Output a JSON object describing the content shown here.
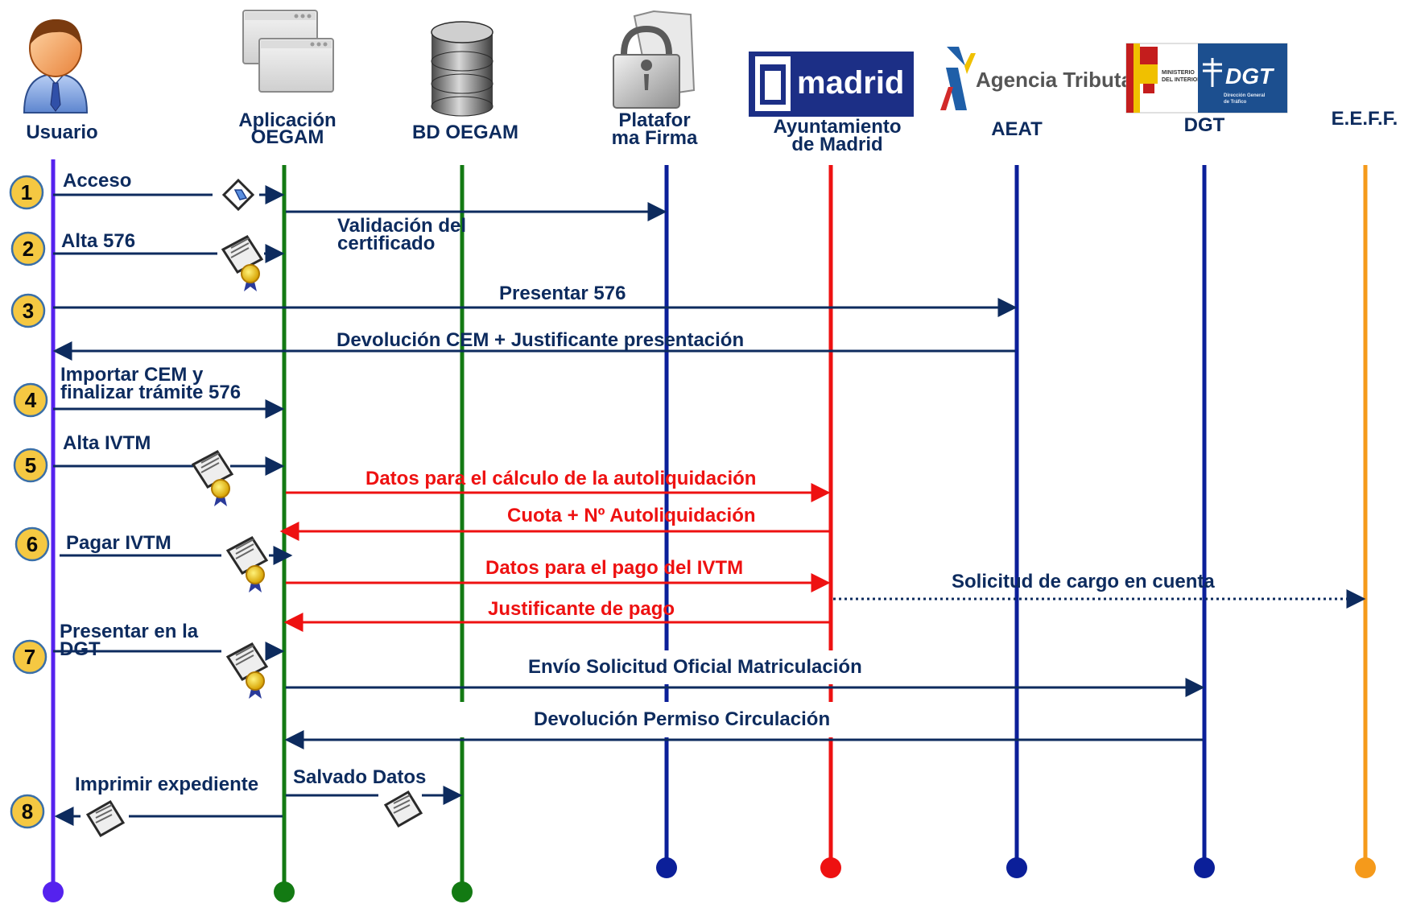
{
  "participants": [
    {
      "id": "usuario",
      "label_lines": [
        "Usuario"
      ],
      "color": "#5522ee"
    },
    {
      "id": "oegam",
      "label_lines": [
        "Aplicación",
        "OEGAM"
      ],
      "color": "#137a13"
    },
    {
      "id": "bd",
      "label_lines": [
        "BD OEGAM"
      ],
      "color": "#137a13"
    },
    {
      "id": "firma",
      "label_lines": [
        "Platafor",
        "ma Firma"
      ],
      "color": "#0b1f99"
    },
    {
      "id": "madrid",
      "label_lines": [
        "Ayuntamiento",
        "de Madrid"
      ],
      "color": "#ee1111"
    },
    {
      "id": "aeat",
      "label_lines": [
        "AEAT"
      ],
      "color": "#0b1f99"
    },
    {
      "id": "dgt",
      "label_lines": [
        "DGT"
      ],
      "color": "#0b1f99"
    },
    {
      "id": "eeff",
      "label_lines": [
        "E.E.F.F."
      ],
      "color": "#f59a1b"
    }
  ],
  "logos": {
    "madrid": "madrid",
    "agencia": "Agencia Tributaria",
    "ministerio_lines": [
      "MINISTERIO",
      "DEL INTERIOR"
    ],
    "dgt": "DGT",
    "dgt_sub_lines": [
      "Dirección General",
      "de Tráfico"
    ]
  },
  "steps": [
    "1",
    "2",
    "3",
    "4",
    "5",
    "6",
    "7",
    "8"
  ],
  "messages": [
    {
      "id": "acceso",
      "lines": [
        "Acceso"
      ],
      "color": "#0d2b5e",
      "style": "solid"
    },
    {
      "id": "validacion",
      "lines": [
        "Validación del",
        "certificado"
      ],
      "color": "#0d2b5e",
      "style": "solid"
    },
    {
      "id": "alta576",
      "lines": [
        "Alta  576"
      ],
      "color": "#0d2b5e",
      "style": "solid"
    },
    {
      "id": "presentar576",
      "lines": [
        "Presentar 576"
      ],
      "color": "#0d2b5e",
      "style": "solid"
    },
    {
      "id": "devolucioncem",
      "lines": [
        "Devolución CEM + Justificante presentación"
      ],
      "color": "#0d2b5e",
      "style": "solid"
    },
    {
      "id": "importar",
      "lines": [
        "Importar CEM y",
        "finalizar trámite 576"
      ],
      "color": "#0d2b5e",
      "style": "solid"
    },
    {
      "id": "altaivtm",
      "lines": [
        "Alta IVTM"
      ],
      "color": "#0d2b5e",
      "style": "solid"
    },
    {
      "id": "datoscalculo",
      "lines": [
        "Datos para el cálculo de la autoliquidación"
      ],
      "color": "#ee1111",
      "style": "solid"
    },
    {
      "id": "cuota",
      "lines": [
        "Cuota + Nº Autoliquidación"
      ],
      "color": "#ee1111",
      "style": "solid"
    },
    {
      "id": "pagarivtm",
      "lines": [
        "Pagar IVTM"
      ],
      "color": "#0d2b5e",
      "style": "solid"
    },
    {
      "id": "datospago",
      "lines": [
        "Datos para el pago del IVTM"
      ],
      "color": "#ee1111",
      "style": "solid"
    },
    {
      "id": "solicitudcargo",
      "lines": [
        "Solicitud de cargo en cuenta"
      ],
      "color": "#0d2b5e",
      "style": "dotted"
    },
    {
      "id": "justificantepago",
      "lines": [
        "Justificante de pago"
      ],
      "color": "#ee1111",
      "style": "solid"
    },
    {
      "id": "presentardgt",
      "lines": [
        "Presentar en la",
        "DGT"
      ],
      "color": "#0d2b5e",
      "style": "solid"
    },
    {
      "id": "envio",
      "lines": [
        "Envío Solicitud Oficial Matriculación"
      ],
      "color": "#0d2b5e",
      "style": "solid"
    },
    {
      "id": "devolucionpermiso",
      "lines": [
        "Devolución Permiso Circulación"
      ],
      "color": "#0d2b5e",
      "style": "solid"
    },
    {
      "id": "salvado",
      "lines": [
        "Salvado Datos"
      ],
      "color": "#0d2b5e",
      "style": "solid"
    },
    {
      "id": "imprimir",
      "lines": [
        "Imprimir expediente"
      ],
      "color": "#0d2b5e",
      "style": "solid"
    }
  ],
  "colors": {
    "arrow": "#0d2b5e",
    "label": "#0d2b5e",
    "red": "#ee1111",
    "step_fill": "#f5c842",
    "step_stroke": "#3a6fa8",
    "madrid_logo_bg": "#1c2f86",
    "dgt_logo_bg": "#1c4f8f"
  }
}
